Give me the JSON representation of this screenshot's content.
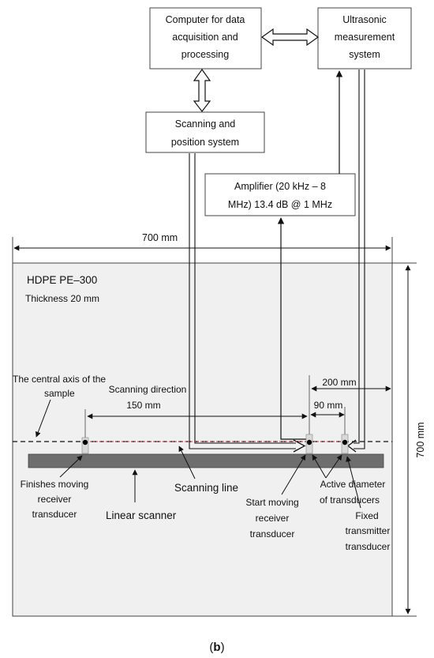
{
  "boxes": {
    "computer": [
      "Computer for data",
      "acquisition and",
      "processing"
    ],
    "ultrasonic": [
      "Ultrasonic",
      "measurement",
      "system"
    ],
    "scanning": [
      "Scanning and",
      "position system"
    ],
    "amplifier": [
      "Amplifier (20 kHz – 8",
      "MHz) 13.4 dB @ 1 MHz"
    ]
  },
  "dimensions": {
    "width": "700 mm",
    "height": "700 mm",
    "d200": "200 mm",
    "d90": "90 mm",
    "d150": "150 mm"
  },
  "sample": {
    "material": "HDPE PE–300",
    "thickness": "Thickness 20 mm"
  },
  "labels": {
    "central_axis": [
      "The central axis of the",
      "sample"
    ],
    "scanning_direction": "Scanning direction",
    "finishes": [
      "Finishes moving",
      "receiver",
      "transducer"
    ],
    "scanning_line": "Scanning line",
    "linear_scanner": "Linear scanner",
    "start": [
      "Start moving",
      "receiver",
      "transducer"
    ],
    "active": [
      "Active diameter",
      "of transducers"
    ],
    "fixed": [
      "Fixed",
      "transmitter",
      "transducer"
    ]
  },
  "caption": {
    "open": "(",
    "letter": "b",
    "close": ")"
  },
  "colors": {
    "sample_fill": "#f0f0f0",
    "scanner_bar": "#6e6e6e",
    "scan_line": "#e03030"
  }
}
